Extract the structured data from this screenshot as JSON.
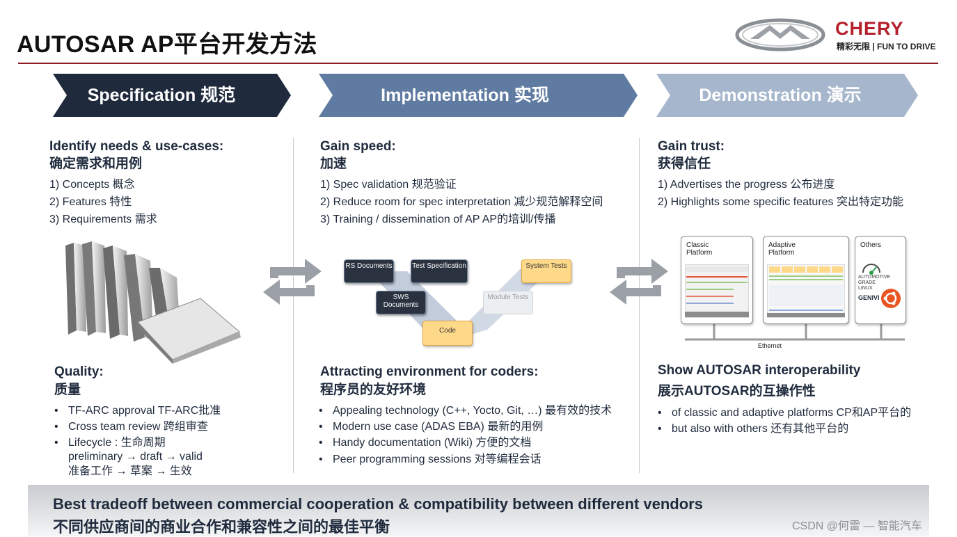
{
  "header": {
    "title": "AUTOSAR AP平台开发方法",
    "brand": "CHERY",
    "slogan": "精彩无限 | FUN TO DRIVE"
  },
  "chevrons": [
    {
      "label": "Specification 规范",
      "color": "#1f2b3d"
    },
    {
      "label": "Implementation 实现",
      "color": "#5f7ba1"
    },
    {
      "label": "Demonstration 演示",
      "color": "#a6b6cc"
    }
  ],
  "specification": {
    "heading_en": "Identify needs & use-cases:",
    "heading_zh": "确定需求和用例",
    "items": [
      "1) Concepts 概念",
      "2) Features 特性",
      "3) Requirements 需求"
    ],
    "quality_en": "Quality:",
    "quality_zh": "质量",
    "quality_items": [
      "TF-ARC approval TF-ARC批准",
      "Cross team review 跨组审查",
      "Lifecycle : 生命周期",
      "preliminary → draft → valid",
      "准备工作 → 草案 → 生效"
    ]
  },
  "implementation": {
    "heading_en": "Gain speed:",
    "heading_zh": "加速",
    "items": [
      "1) Spec validation 规范验证",
      "2) Reduce room for spec interpretation 减少规范解释空间",
      "3) Training / dissemination of AP AP的培训/传播"
    ],
    "vmodel": {
      "rs": "RS Documents",
      "test_spec": "Test Specification",
      "sws": "SWS Documents",
      "code": "Code",
      "module_tests": "Module Tests",
      "system_tests": "System Tests"
    },
    "attract_en": "Attracting environment for coders:",
    "attract_zh": "程序员的友好环境",
    "attract_items": [
      "Appealing technology (C++, Yocto, Git, …) 最有效的技术",
      "Modern use case (ADAS EBA) 最新的用例",
      "Handy documentation (Wiki) 方便的文档",
      "Peer programming sessions 对等编程会话"
    ]
  },
  "demonstration": {
    "heading_en": "Gain trust:",
    "heading_zh": "获得信任",
    "items": [
      "1) Advertises the progress 公布进度",
      "2) Highlights some specific features 突出特定功能"
    ],
    "platforms": {
      "classic": "Classic Platform",
      "adaptive": "Adaptive Platform",
      "others": "Others",
      "ethernet": "Ethernet",
      "agl": "AUTOMOTIVE GRADE LINUX",
      "genivi": "GENIVI"
    },
    "show_en": "Show AUTOSAR interoperability",
    "show_zh": "展示AUTOSAR的互操作性",
    "show_items": [
      "of classic and adaptive platforms CP和AP平台的",
      "but also with others 还有其他平台的"
    ]
  },
  "footer": {
    "line_en": "Best tradeoff between commercial cooperation & compatibility between different vendors",
    "line_zh": "不同供应商间的商业合作和兼容性之间的最佳平衡",
    "watermark": "CSDN @何雷 — 智能汽车"
  }
}
